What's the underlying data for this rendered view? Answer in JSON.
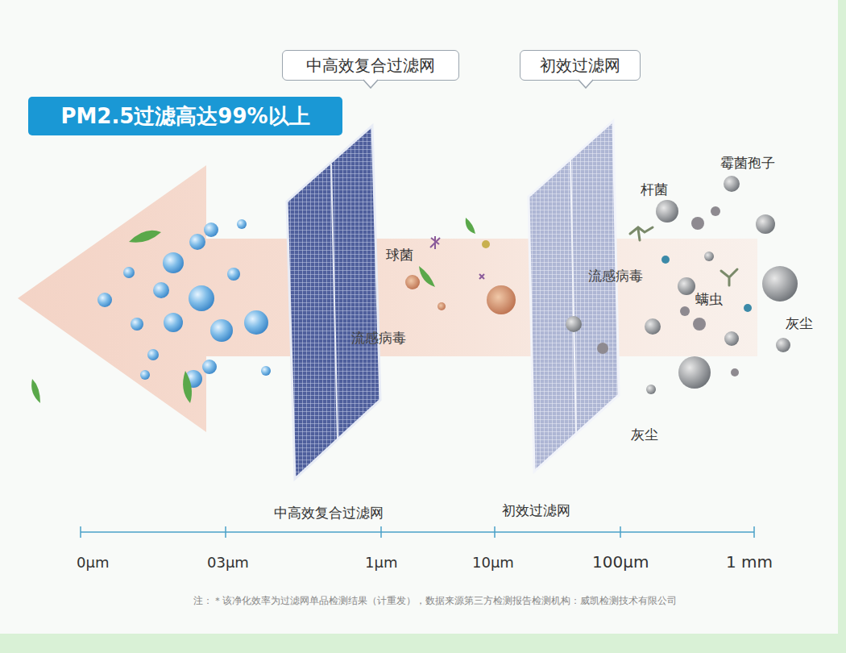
{
  "diagram": {
    "nodes": [
      {
        "text": [
          "PM2.5过滤高达99%以上"
        ]
      },
      {
        "text": [
          "中高效复合过滤网"
        ]
      },
      {
        "text": [
          "初效过滤网"
        ]
      }
    ],
    "labels": [
      "球菌",
      "流感病毒",
      "杆菌",
      "霉菌孢子",
      "流感病毒",
      "螨虫",
      "灰尘",
      "灰尘",
      "中高效复合过滤网",
      "初效过滤网",
      "0μm",
      "03μm",
      "1μm",
      "10μm",
      "100μm",
      "1 mm",
      "注：＊该净化效率为过滤网单品检测结果（计重发），数据来源第三方检测报告检测机构：威凯检测技术有限公司"
    ]
  }
}
